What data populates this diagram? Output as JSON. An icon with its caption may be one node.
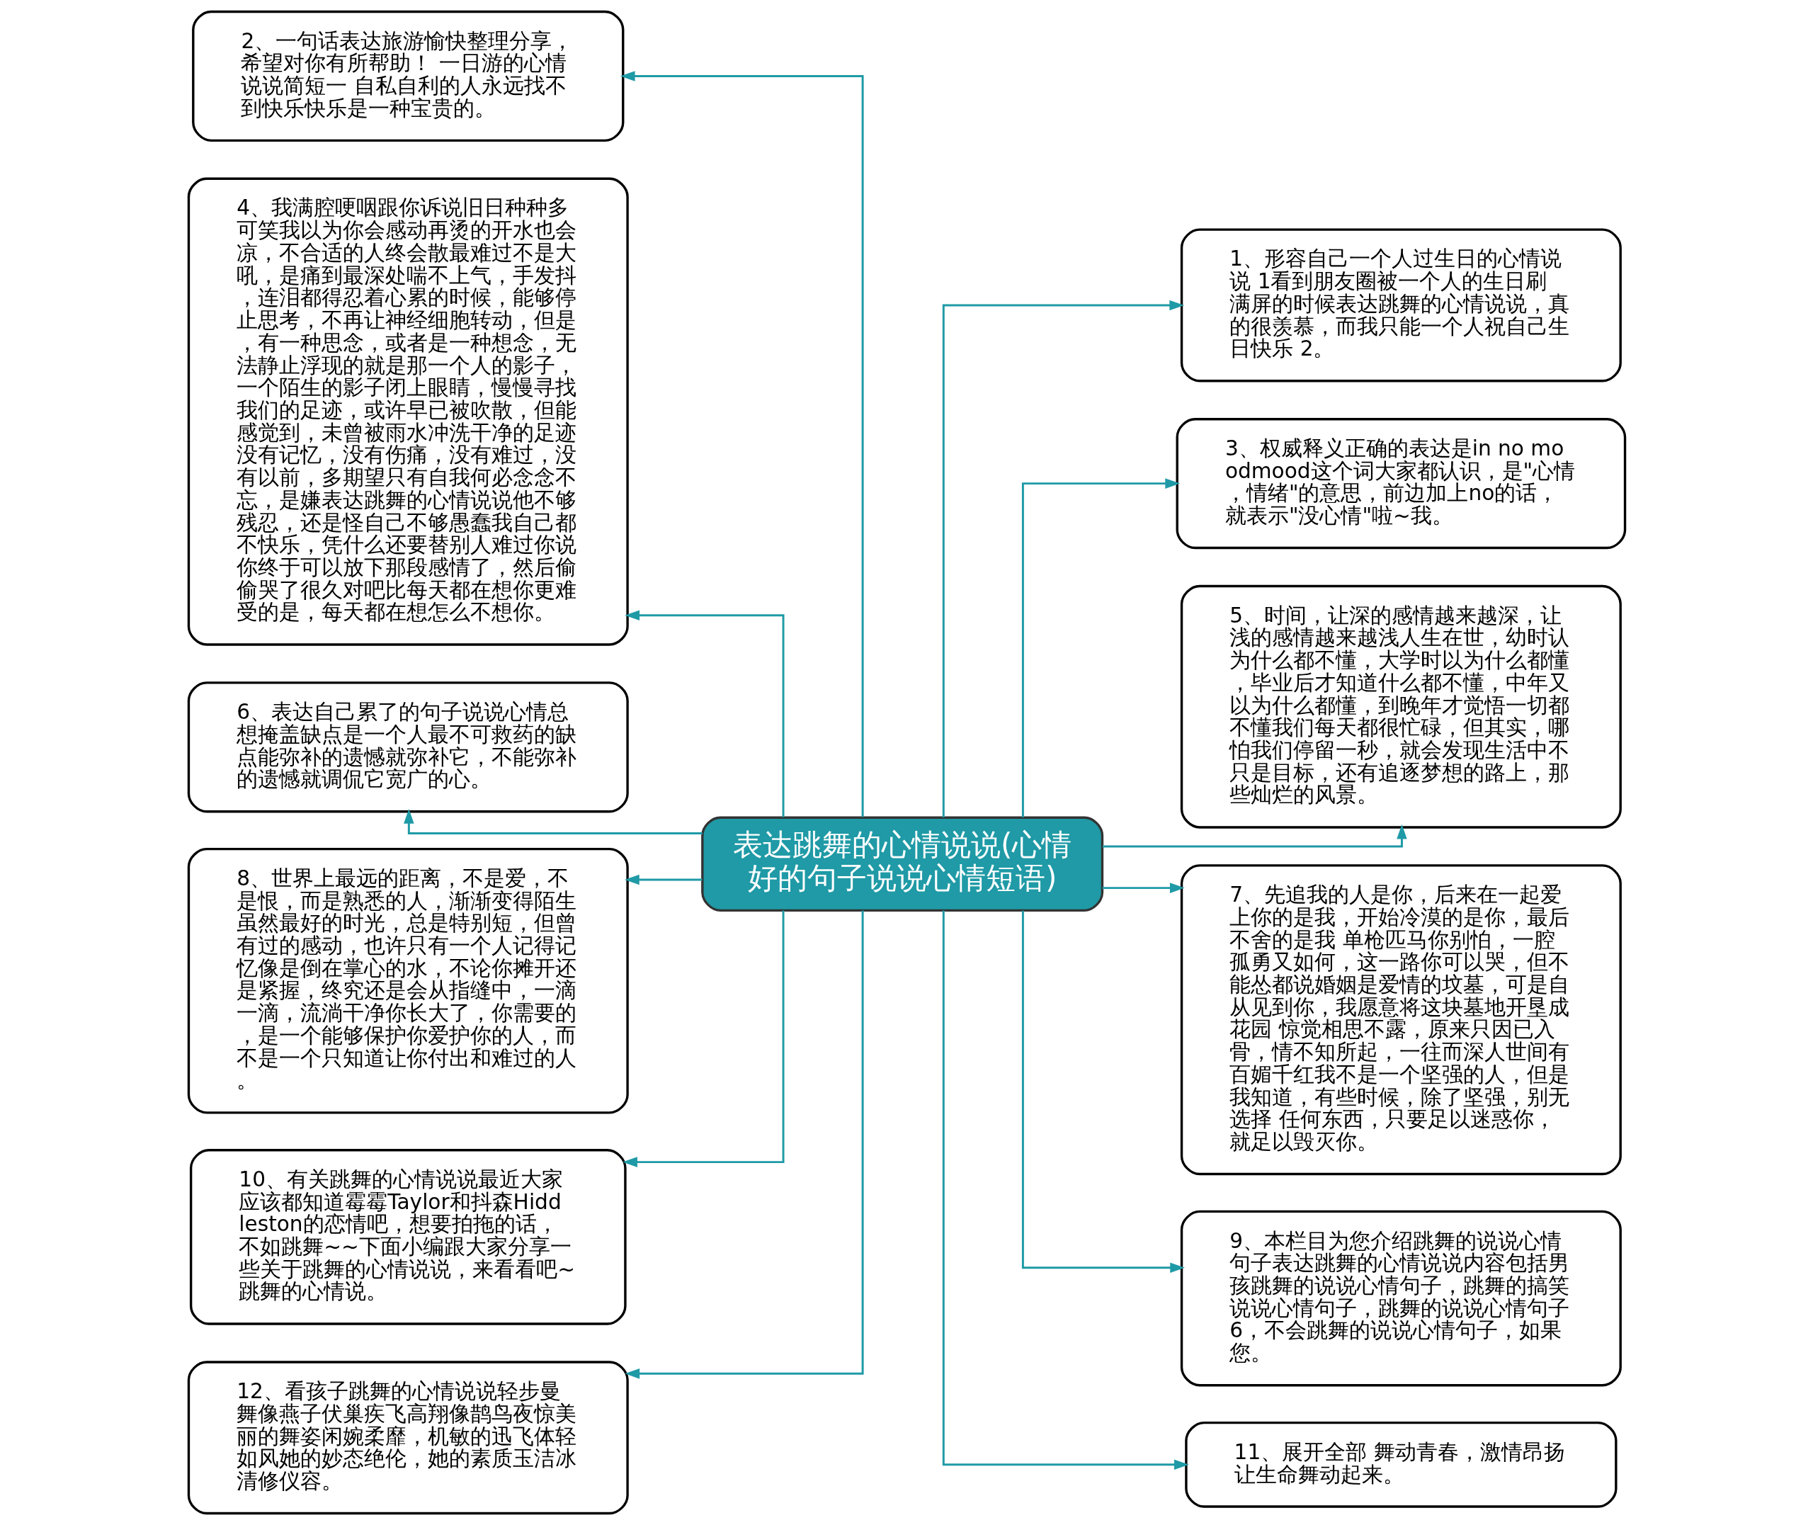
{
  "diagram": {
    "nodes": [
      {
        "text": [
          "表达跳舞的心情说说(心情好的句子说说心情短语)"
        ]
      },
      {
        "text": [
          "1、形容自己一个人过生日的心情说说 1看到朋友圈被一个人的生日刷满屏的时候表达跳舞的心情说说，真的很羡慕，而我只能一个人祝自己生日快乐 2。"
        ]
      },
      {
        "text": [
          "2、一句话表达旅游愉快整理分享，希望对你有所帮助！ 一日游的心情说说简短一 自私自利的人永远找不到快乐快乐是一种宝贵的。"
        ]
      },
      {
        "text": [
          "3、权威释义正确的表达是in no moodmood这个词大家都认识，是\"心情，情绪\"的意思，前边加上no的话，就表示\"没心情\"啦~我。"
        ]
      },
      {
        "text": [
          "4、我满腔哽咽跟你诉说旧日种种多可笑我以为你会感动再烫的开水也会凉，不合适的人终会散最难过不是大吼，是痛到最深处喘不上气，手发抖，连泪都得忍着心累的时候，能够停止思考，不再让神经细胞转动，但是，有一种思念，或者是一种想念，无法静止浮现的就是那一个人的影子，一个陌生的影子闭上眼睛，慢慢寻找我们的足迹，或许早已被吹散，但能感觉到，未曾被雨水冲洗干净的足迹没有记忆，没有伤痛，没有难过，没有以前，多期望只有自我何必念念不忘，是嫌表达跳舞的心情说说他不够残忍，还是怪自己不够愚蠢我自己都不快乐，凭什么还要替别人难过你说你终于可以放下那段感情了，然后偷偷哭了很久对吧比每天都在想你更难受的是，每天都在想怎么不想你。"
        ]
      },
      {
        "text": [
          "5、时间，让深的感情越来越深，让浅的感情越来越浅人生在世，幼时认为什么都不懂，大学时以为什么都懂，毕业后才知道什么都不懂，中年又以为什么都懂，到晚年才觉悟一切都不懂我们每天都很忙碌，但其实，哪怕我们停留一秒，就会发现生活中不只是目标，还有追逐梦想的路上，那些灿烂的风景。"
        ]
      },
      {
        "text": [
          "6、表达自己累了的句子说说心情总想掩盖缺点是一个人最不可救药的缺点能弥补的遗憾就弥补它，不能弥补的遗憾就调侃它宽广的心。"
        ]
      },
      {
        "text": [
          "7、先追我的人是你，后来在一起爱上你的是我，开始冷漠的是你，最后不舍的是我 单枪匹马你别怕，一腔孤勇又如何，这一路你可以哭，但不能怂都说婚姻是爱情的坟墓，可是自从见到你，我愿意将这块墓地开垦成花园 惊觉相思不露，原来只因已入骨，情不知所起，一往而深人世间有百媚千红我不是一个坚强的人，但是我知道，有些时候，除了坚强，别无选择 任何东西，只要足以迷惑你，就足以毁灭你。"
        ]
      },
      {
        "text": [
          "8、世界上最远的距离，不是爱，不是恨，而是熟悉的人，渐渐变得陌生虽然最好的时光，总是特别短，但曾有过的感动，也许只有一个人记得记忆像是倒在掌心的水，不论你摊开还是紧握，终究还是会从指缝中，一滴一滴，流淌干净你长大了，你需要的，是一个能够保护你爱护你的人，而不是一个只知道让你付出和难过的人。"
        ]
      },
      {
        "text": [
          "9、本栏目为您介绍跳舞的说说心情句子表达跳舞的心情说说内容包括男孩跳舞的说说心情句子，跳舞的搞笑说说心情句子，跳舞的说说心情句子6，不会跳舞的说说心情句子，如果您。"
        ]
      },
      {
        "text": [
          "10、有关跳舞的心情说说最近大家应该都知道霉霉Taylor和抖森Hiddleston的恋情吧，想要拍拖的话，不如跳舞~~下面小编跟大家分享一些关于跳舞的心情说说，来看看吧~跳舞的心情说。"
        ]
      },
      {
        "text": [
          "11、展开全部 舞动青春，激情昂扬让生命舞动起来。"
        ]
      },
      {
        "text": [
          "12、看孩子跳舞的心情说说轻步曼舞像燕子伏巢疾飞高翔像鹊鸟夜惊美丽的舞姿闲婉柔靡，机敏的迅飞体轻如风她的妙态绝伦，她的素质玉洁冰清修仪容。"
        ]
      }
    ],
    "edges": [
      {
        "from": 0,
        "to": 1,
        "arrow": "to"
      },
      {
        "from": 0,
        "to": 2,
        "arrow": "to"
      },
      {
        "from": 0,
        "to": 3,
        "arrow": "to"
      },
      {
        "from": 0,
        "to": 4,
        "arrow": "to"
      },
      {
        "from": 0,
        "to": 5,
        "arrow": "to"
      },
      {
        "from": 0,
        "to": 6,
        "arrow": "to"
      },
      {
        "from": 0,
        "to": 7,
        "arrow": "to"
      },
      {
        "from": 0,
        "to": 8,
        "arrow": "to"
      },
      {
        "from": 0,
        "to": 9,
        "arrow": "to"
      },
      {
        "from": 0,
        "to": 10,
        "arrow": "to"
      },
      {
        "from": 0,
        "to": 11,
        "arrow": "to"
      },
      {
        "from": 0,
        "to": 12,
        "arrow": "to"
      }
    ]
  }
}
